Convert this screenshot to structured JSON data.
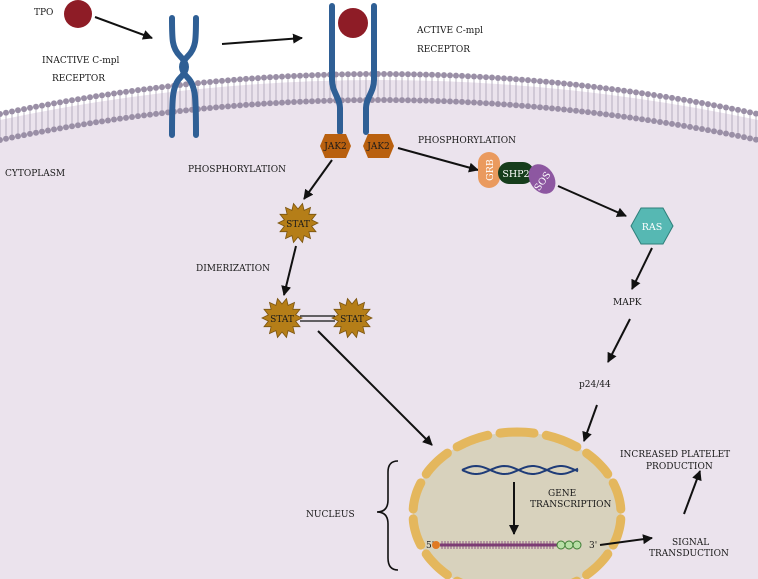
{
  "labels": {
    "tpo": "TPO",
    "inactive_1": "INACTIVE C-mpl",
    "inactive_2": "RECEPTOR",
    "active_1": "ACTIVE C-mpl",
    "active_2": "RECEPTOR",
    "cytoplasm": "CYTOPLASM",
    "jak2_left": "JAK2",
    "jak2_right": "JAK2",
    "phosphorylation_left": "PHOSPHORYLATION",
    "phosphorylation_right": "PHOSPHORYLATION",
    "grb": "GRB",
    "shp2": "SHP2",
    "sos": "SOS",
    "ras": "RAS",
    "stat_1": "STAT",
    "stat_2": "STAT",
    "stat_3": "STAT",
    "dimerization": "DIMERIZATION",
    "mapk": "MAPK",
    "p24_44": "p24/44",
    "increased_1": "INCREASED PLATELET",
    "increased_2": "PRODUCTION",
    "nucleus": "NUCLEUS",
    "gene_1": "GENE",
    "gene_2": "TRANSCRIPTION",
    "signal_1": "SIGNAL",
    "signal_2": "TRANSDUCTION"
  },
  "colors": {
    "cytoplasm": "#ebe3ed",
    "membrane_head": "#9a8fa6",
    "receptor": "#2f5f95",
    "tpo": "#8e1c26",
    "jak2": "#b9600f",
    "stat": "#b57e18",
    "grb": "#ea9a5e",
    "shp2": "#163d1c",
    "sos": "#8d57a1",
    "ras": "#56b8b3",
    "nucleus": "#d8d2bd",
    "nuclear_envelope": "#e4b75d",
    "dna": "#1f3c78"
  }
}
